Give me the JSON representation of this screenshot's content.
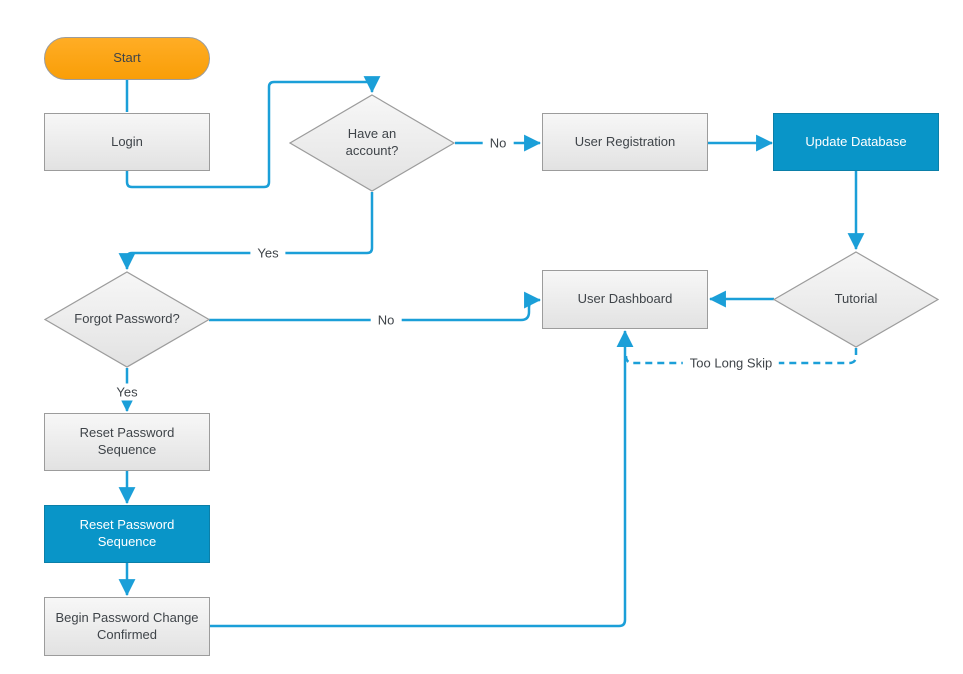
{
  "diagram": {
    "nodes": {
      "start": {
        "label": "Start",
        "type": "terminator"
      },
      "login": {
        "label": "Login",
        "type": "process"
      },
      "have_account": {
        "label": "Have an\naccount?",
        "type": "decision"
      },
      "user_registration": {
        "label": "User Registration",
        "type": "process"
      },
      "update_database": {
        "label": "Update Database",
        "type": "process-highlight"
      },
      "tutorial": {
        "label": "Tutorial",
        "type": "decision"
      },
      "user_dashboard": {
        "label": "User Dashboard",
        "type": "process"
      },
      "forgot_password": {
        "label": "Forgot Password?",
        "type": "decision"
      },
      "reset_password_sequence_1": {
        "label": "Reset Password\nSequence",
        "type": "process"
      },
      "reset_password_sequence_2": {
        "label": "Reset Password\nSequence",
        "type": "process-highlight"
      },
      "begin_password_change": {
        "label": "Begin Password Change\nConfirmed",
        "type": "process"
      }
    },
    "edge_labels": {
      "no_to_registration": "No",
      "yes_to_forgot_password": "Yes",
      "no_to_dashboard": "No",
      "yes_to_reset": "Yes",
      "too_long_skip": "Too Long Skip"
    },
    "colors": {
      "connector_blue": "#1B9FD8",
      "process_fill_blue": "#0995C8",
      "process_border_blue": "#0B7FA8",
      "start_fill_orange_top": "#FFAD25",
      "start_fill_orange_bottom": "#F99E07",
      "shape_fill_gray_top": "#F7F7F7",
      "shape_fill_gray_bottom": "#E2E2E2",
      "shape_border_gray": "#9C9C9C",
      "label_text": "#3F4449",
      "blue_node_text": "#FFFFFF"
    }
  }
}
